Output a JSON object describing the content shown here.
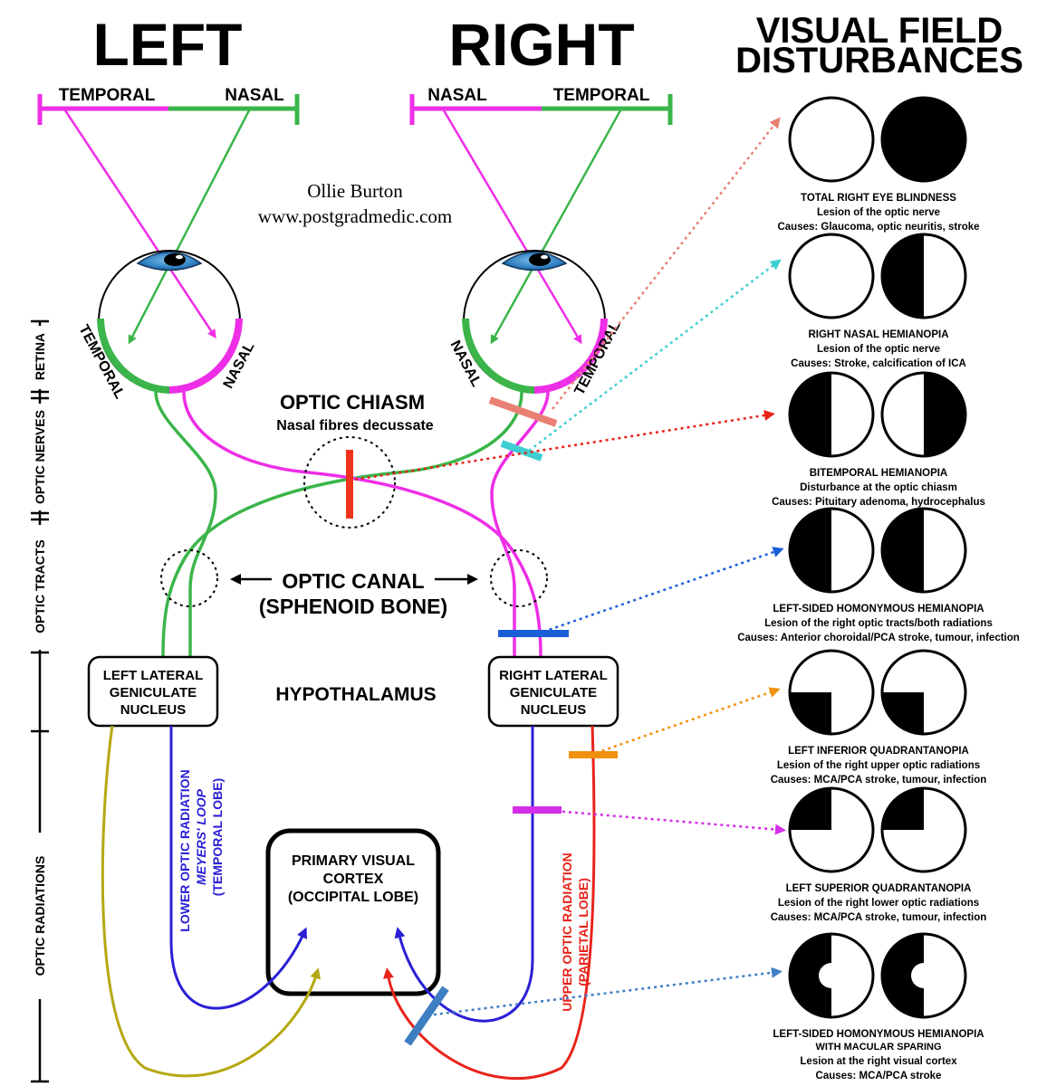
{
  "headings": {
    "left": "LEFT",
    "right": "RIGHT",
    "vfd_line1": "VISUAL FIELD",
    "vfd_line2": "DISTURBANCES"
  },
  "fields": {
    "left_temporal": "TEMPORAL",
    "left_nasal": "NASAL",
    "right_nasal": "NASAL",
    "right_temporal": "TEMPORAL"
  },
  "retina_labels": {
    "left_temporal": "TEMPORAL",
    "left_nasal": "NASAL",
    "right_nasal": "NASAL",
    "right_temporal": "TEMPORAL"
  },
  "credit": {
    "name": "Ollie Burton",
    "site": "www.postgradmedic.com"
  },
  "side_labels": {
    "retina": "RETINA",
    "optic_nerves": "OPTIC NERVES",
    "optic_tracts": "OPTIC TRACTS",
    "optic_radiations": "OPTIC RADIATIONS"
  },
  "structures": {
    "chiasm_title": "OPTIC CHIASM",
    "chiasm_sub": "Nasal fibres decussate",
    "canal_line1": "OPTIC CANAL",
    "canal_line2": "(SPHENOID BONE)",
    "hypothalamus": "HYPOTHALAMUS",
    "lgn_left": [
      "LEFT LATERAL",
      "GENICULATE",
      "NUCLEUS"
    ],
    "lgn_right": [
      "RIGHT LATERAL",
      "GENICULATE",
      "NUCLEUS"
    ],
    "cortex": [
      "PRIMARY VISUAL",
      "CORTEX",
      "(OCCIPITAL LOBE)"
    ],
    "lower_radiation": [
      "LOWER OPTIC RADIATION",
      "MEYERS' LOOP",
      "(TEMPORAL LOBE)"
    ],
    "upper_radiation": [
      "UPPER OPTIC RADIATION",
      "(PARIETAL LOBE)"
    ]
  },
  "disturbances": [
    {
      "title": "TOTAL RIGHT EYE BLINDNESS",
      "lines": [
        "Lesion of the optic nerve",
        "Causes: Glaucoma, optic neuritis, stroke"
      ],
      "left_eye": "clear",
      "right_eye": "full"
    },
    {
      "title": "RIGHT NASAL HEMIANOPIA",
      "lines": [
        "Lesion of the optic nerve",
        "Causes: Stroke, calcification of ICA"
      ],
      "left_eye": "clear",
      "right_eye": "left-half"
    },
    {
      "title": "BITEMPORAL HEMIANOPIA",
      "lines": [
        "Disturbance at the optic chiasm",
        "Causes: Pituitary adenoma, hydrocephalus"
      ],
      "left_eye": "left-half",
      "right_eye": "right-half"
    },
    {
      "title": "LEFT-SIDED HOMONYMOUS HEMIANOPIA",
      "lines": [
        "Lesion of the right optic tracts/both radiations",
        "Causes: Anterior choroidal/PCA stroke, tumour, infection"
      ],
      "left_eye": "left-half",
      "right_eye": "left-half"
    },
    {
      "title": "LEFT INFERIOR QUADRANTANOPIA",
      "lines": [
        "Lesion of the right upper optic radiations",
        "Causes: MCA/PCA stroke, tumour, infection"
      ],
      "left_eye": "lower-left",
      "right_eye": "lower-left"
    },
    {
      "title": "LEFT SUPERIOR QUADRANTANOPIA",
      "lines": [
        "Lesion of the right lower optic radiations",
        "Causes: MCA/PCA stroke, tumour, infection"
      ],
      "left_eye": "upper-left",
      "right_eye": "upper-left"
    },
    {
      "title": "LEFT-SIDED HOMONYMOUS HEMIANOPIA",
      "subtitle": "WITH MACULAR SPARING",
      "lines": [
        "Lesion at the right visual cortex",
        "Causes: MCA/PCA stroke"
      ],
      "left_eye": "left-half-spared",
      "right_eye": "left-half-spared"
    }
  ],
  "colors": {
    "temporal_green": "#3bb54a",
    "nasal_magenta": "#ee2ee6",
    "lower_radiation_blue": "#2a1fd6",
    "upper_radiation_red": "#e8231a",
    "olive": "#b5a812",
    "iris_blue": "#2e7fc2"
  }
}
